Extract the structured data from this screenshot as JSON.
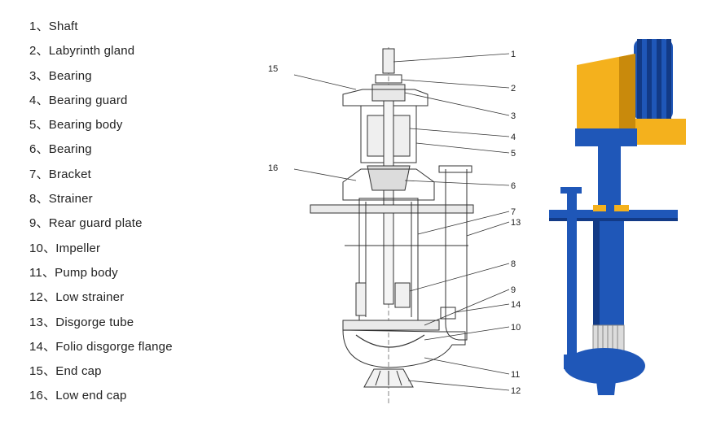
{
  "parts": [
    {
      "number": "1",
      "name": "1、Shaft"
    },
    {
      "number": "2",
      "name": "2、Labyrinth gland"
    },
    {
      "number": "3",
      "name": "3、Bearing"
    },
    {
      "number": "4",
      "name": "4、Bearing guard"
    },
    {
      "number": "5",
      "name": "5、Bearing body"
    },
    {
      "number": "6",
      "name": "6、Bearing"
    },
    {
      "number": "7",
      "name": "7、Bracket"
    },
    {
      "number": "8",
      "name": "8、Strainer"
    },
    {
      "number": "9",
      "name": "9、Rear guard plate"
    },
    {
      "number": "10",
      "name": "10、Impeller"
    },
    {
      "number": "11",
      "name": "11、Pump body"
    },
    {
      "number": "12",
      "name": "12、Low strainer"
    },
    {
      "number": "13",
      "name": "13、Disgorge tube"
    },
    {
      "number": "14",
      "name": "14、Folio disgorge flange"
    },
    {
      "number": "15",
      "name": "15、End cap"
    },
    {
      "number": "16",
      "name": "16、Low end cap"
    }
  ],
  "callouts": [
    "1",
    "2",
    "3",
    "4",
    "5",
    "6",
    "7",
    "8",
    "9",
    "10",
    "11",
    "12",
    "13",
    "14",
    "15",
    "16"
  ],
  "colors": {
    "text": "#222222",
    "line": "#333333",
    "pump_blue": "#1f57b8",
    "pump_blue_dark": "#123a86",
    "guard_yellow": "#f4b11d",
    "guard_yellow_dark": "#c98a0c"
  }
}
